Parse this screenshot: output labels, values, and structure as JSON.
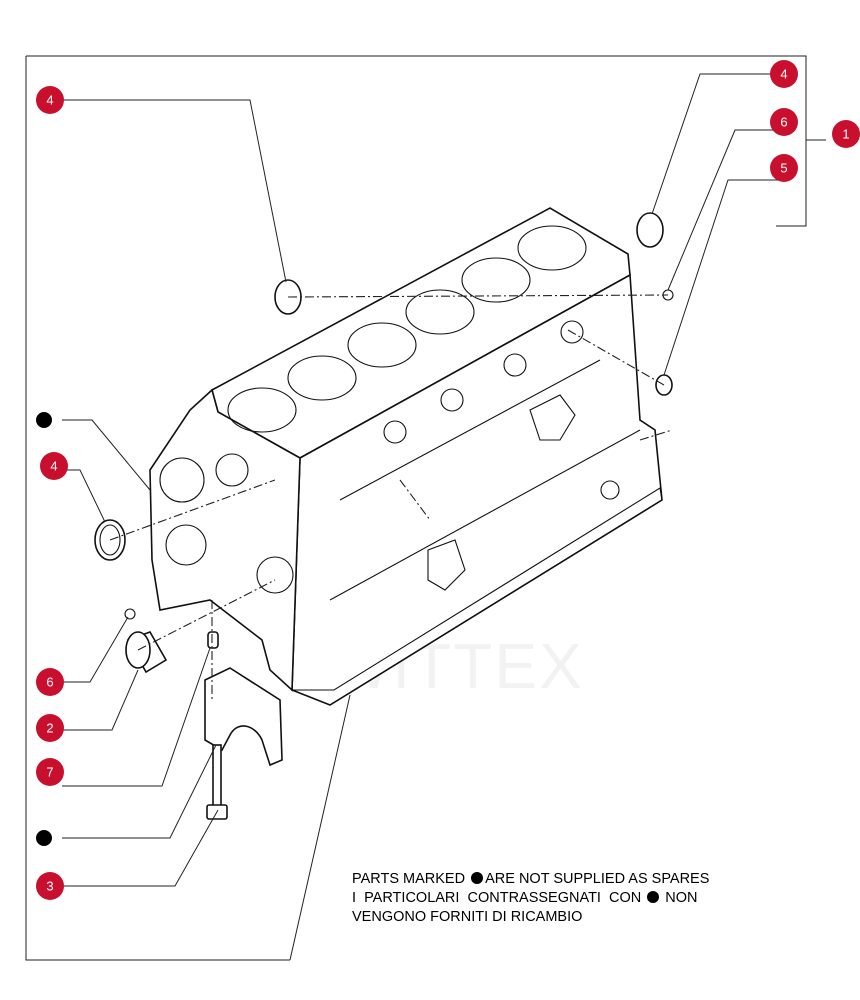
{
  "colors": {
    "callout": "#c8102e",
    "line": "#222222",
    "watermark": "#bdbdbd"
  },
  "watermark": {
    "text": "WITTEX"
  },
  "callouts": [
    {
      "id": "c-4-top-left",
      "label": "4"
    },
    {
      "id": "c-4-top-right",
      "label": "4"
    },
    {
      "id": "c-6-top-right",
      "label": "6"
    },
    {
      "id": "c-1",
      "label": "1"
    },
    {
      "id": "c-5",
      "label": "5"
    },
    {
      "id": "c-4-left",
      "label": "4"
    },
    {
      "id": "c-6-left",
      "label": "6"
    },
    {
      "id": "c-2",
      "label": "2"
    },
    {
      "id": "c-7",
      "label": "7"
    },
    {
      "id": "c-3",
      "label": "3"
    }
  ],
  "note": {
    "line1_before": "PARTS MARKED ",
    "line1_after": "ARE NOT SUPPLIED AS SPARES",
    "line2_before": "I  PARTICOLARI  CONTRASSEGNATI  CON ",
    "line2_after": " NON",
    "line3": "VENGONO FORNITI DI RICAMBIO"
  }
}
